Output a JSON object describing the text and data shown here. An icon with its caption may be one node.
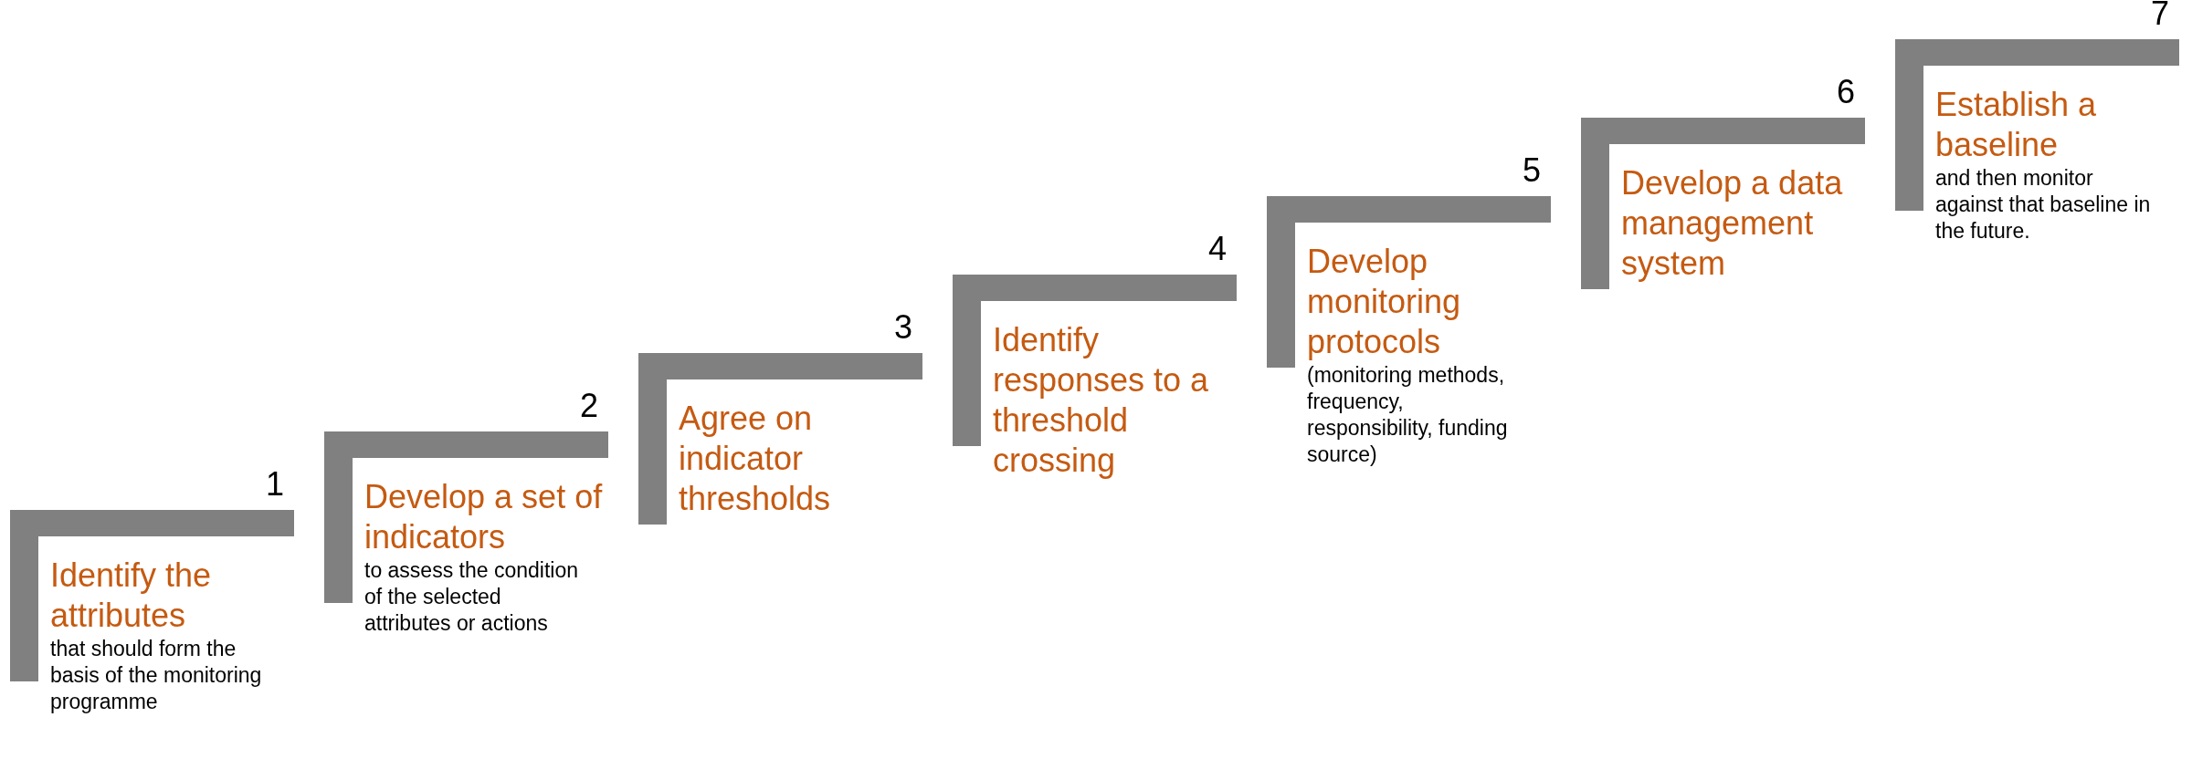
{
  "diagram": {
    "nodes": [
      {
        "text": [
          "Identify the attributes",
          "that should form the basis of the monitoring programme"
        ],
        "beside": [
          "1"
        ]
      },
      {
        "text": [
          "Develop a set of indicators",
          "to assess the condition of the selected attributes or actions"
        ],
        "beside": [
          "2"
        ]
      },
      {
        "text": [
          "Agree on indicator thresholds"
        ],
        "beside": [
          "3"
        ]
      },
      {
        "text": [
          "Identify responses to a threshold crossing"
        ],
        "beside": [
          "4"
        ]
      },
      {
        "text": [
          "Develop monitoring protocols",
          "(monitoring methods, frequency, responsibility, funding source)"
        ],
        "beside": [
          "5"
        ]
      },
      {
        "text": [
          "Develop a data management system"
        ],
        "beside": [
          "6"
        ]
      },
      {
        "text": [
          "Establish a baseline",
          "and then monitor against that baseline in the future."
        ],
        "beside": [
          "7"
        ]
      }
    ]
  }
}
